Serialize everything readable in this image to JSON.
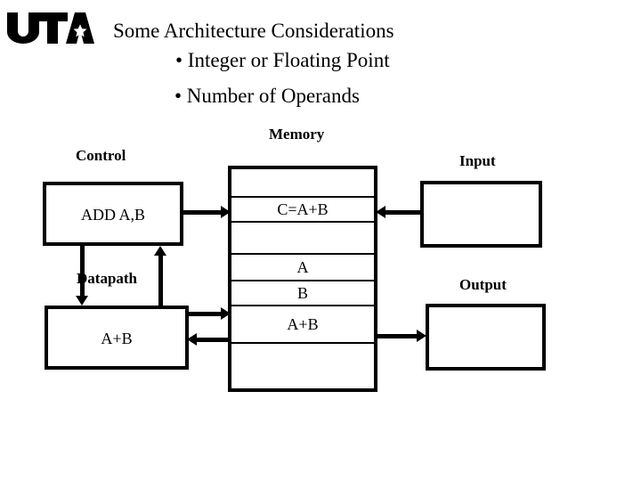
{
  "slide": {
    "logo": {
      "name": "uta-logo",
      "text": "UTA",
      "mark": "star"
    },
    "title": {
      "main": "Some Architecture Considerations",
      "bullets": [
        "• Integer or Floating Point",
        "• Number of Operands"
      ]
    },
    "diagram": {
      "labels": {
        "control": "Control",
        "memory": "Memory",
        "input": "Input",
        "datapath": "Datapath",
        "output": "Output"
      },
      "boxes": {
        "control_text": "ADD A,B",
        "datapath_text": "A+B",
        "input_text": "",
        "output_text": ""
      },
      "memory_rows": [
        {
          "text": ""
        },
        {
          "text": "C=A+B"
        },
        {
          "text": ""
        },
        {
          "text": "A"
        },
        {
          "text": "B"
        },
        {
          "text": "A+B"
        },
        {
          "text": ""
        }
      ],
      "colors": {
        "ink": "#000000",
        "background": "#ffffff"
      }
    }
  }
}
